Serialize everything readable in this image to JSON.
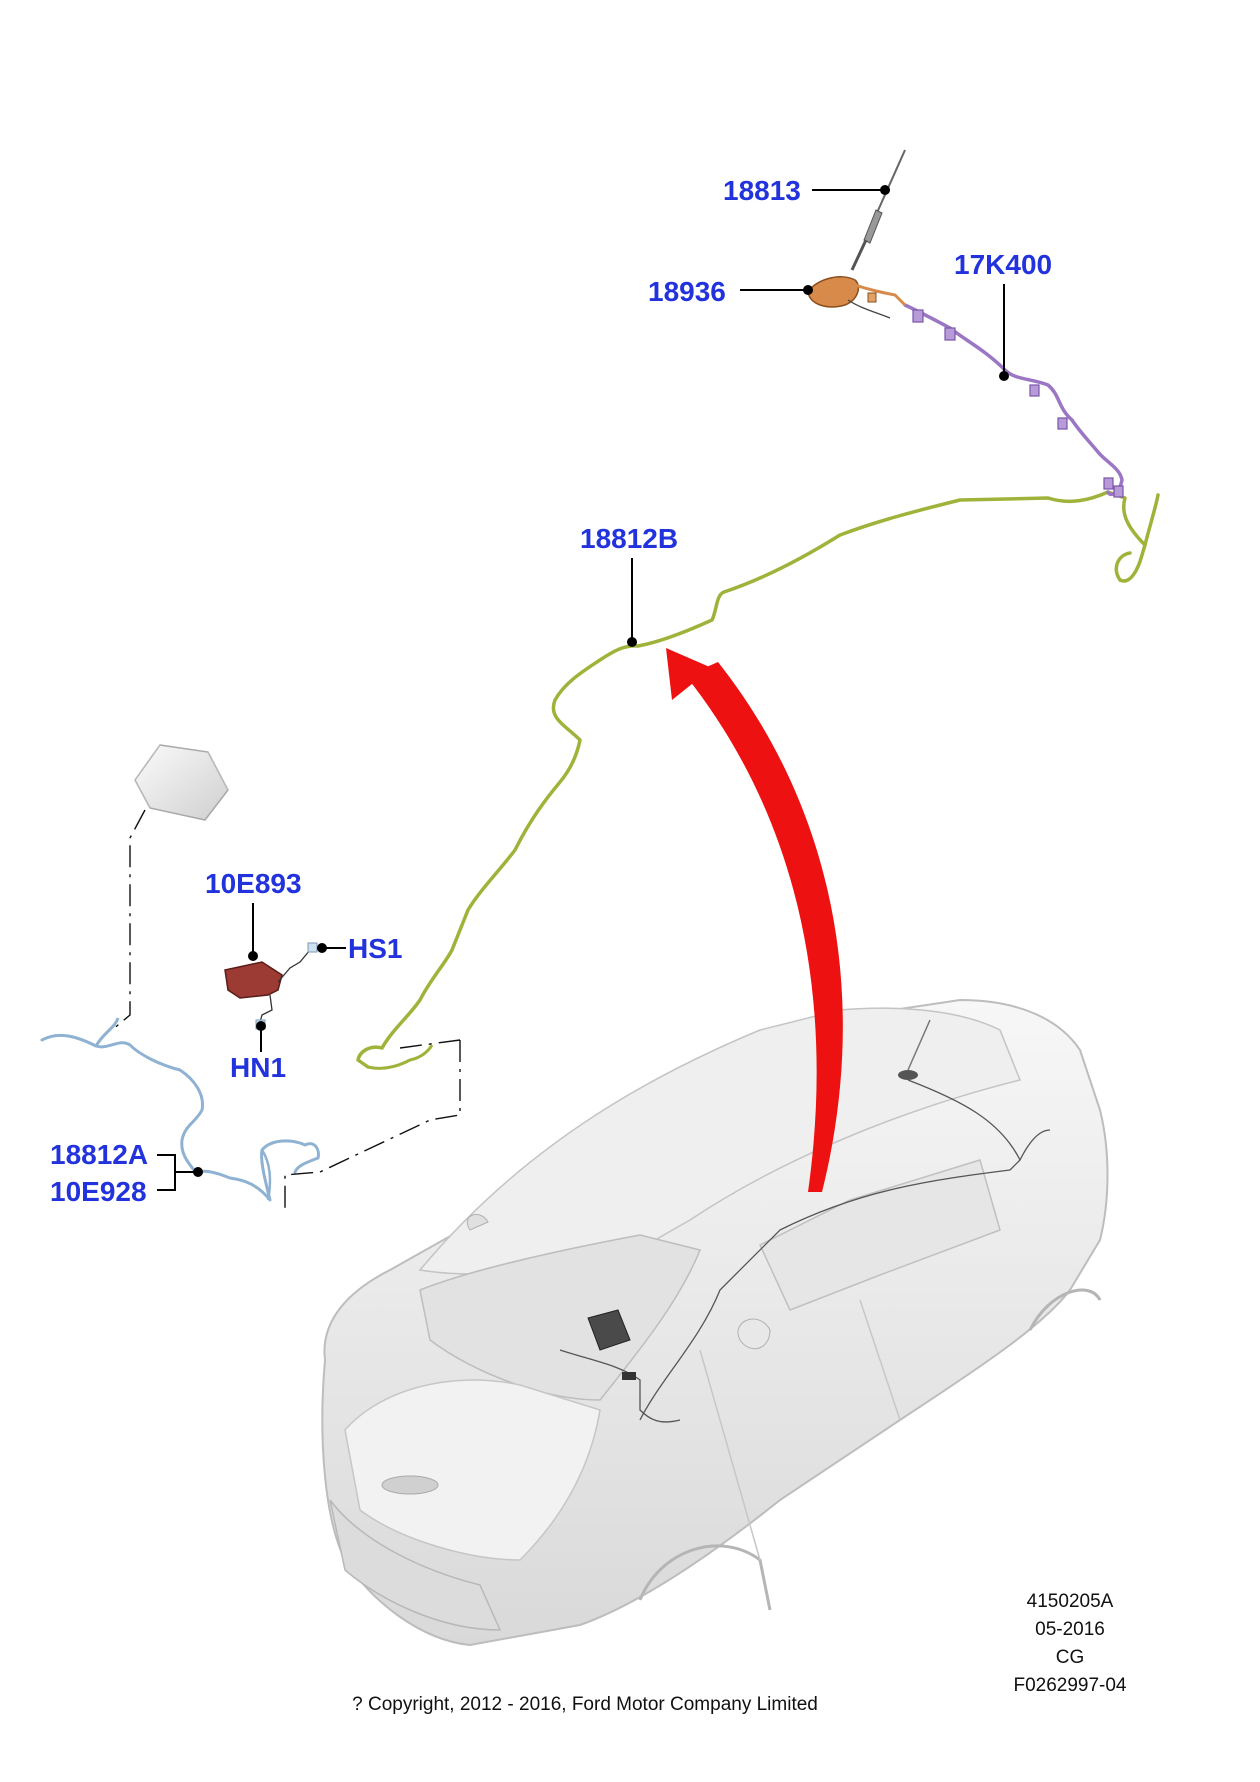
{
  "callouts": {
    "c18813": "18813",
    "c18936": "18936",
    "c17K400": "17K400",
    "c18812B": "18812B",
    "c10E893": "10E893",
    "cHS1": "HS1",
    "cHN1": "HN1",
    "c18812A": "18812A",
    "c10E928": "10E928"
  },
  "footer": {
    "ref_code": "4150205A",
    "date": "05-2016",
    "region": "CG",
    "figure_id": "F0262997-04",
    "copyright": "? Copyright, 2012 - 2016, Ford Motor Company Limited"
  },
  "colors": {
    "callout_text": "#2233dd",
    "cable_18812B": "#9fb33a",
    "harness_17K400": "#9a76c4",
    "cable_18812A": "#8fb2d2",
    "antenna_base_18936": "#d88a4a",
    "module_10E893": "#9c3b33",
    "arrow": "#ee1111",
    "vehicle_body": "#ececec"
  }
}
